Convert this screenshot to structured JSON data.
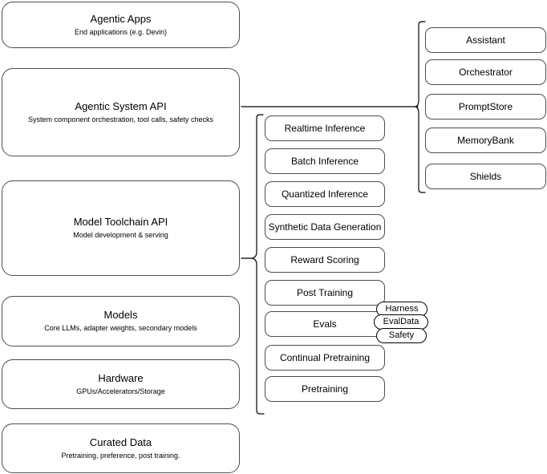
{
  "diagram": {
    "title": "LLM Stack Layers Diagram",
    "colors": {
      "box_border": "#4d4d4d",
      "pill_border": "#000000",
      "connector": "#000000",
      "background": "#ffffff"
    },
    "layers": [
      {
        "id": "agentic-apps",
        "title": "Agentic Apps",
        "subtitle": "End applications (e.g. Devin)"
      },
      {
        "id": "agentic-system-api",
        "title": "Agentic System API",
        "subtitle": "System component orchestration, tool calls, safety checks"
      },
      {
        "id": "model-toolchain-api",
        "title": "Model Toolchain API",
        "subtitle": "Model development & serving"
      },
      {
        "id": "models",
        "title": "Models",
        "subtitle": "Core LLMs, adapter weights, secondary models"
      },
      {
        "id": "hardware",
        "title": "Hardware",
        "subtitle": "GPUs/Accelerators/Storage"
      },
      {
        "id": "curated-data",
        "title": "Curated Data",
        "subtitle": "Pretraining, preference, post training."
      }
    ],
    "toolchain_capabilities": [
      {
        "id": "realtime-inference",
        "label": "Realtime Inference"
      },
      {
        "id": "batch-inference",
        "label": "Batch Inference"
      },
      {
        "id": "quantized-inference",
        "label": "Quantized Inference"
      },
      {
        "id": "synthetic-data-generation",
        "label": "Synthetic Data Generation"
      },
      {
        "id": "reward-scoring",
        "label": "Reward Scoring"
      },
      {
        "id": "post-training",
        "label": "Post Training"
      },
      {
        "id": "evals",
        "label": "Evals"
      },
      {
        "id": "continual-pretraining",
        "label": "Continual Pretraining"
      },
      {
        "id": "pretraining",
        "label": "Pretraining"
      }
    ],
    "evals_subcomponents": [
      {
        "id": "harness",
        "label": "Harness"
      },
      {
        "id": "evaldata",
        "label": "EvalData"
      },
      {
        "id": "safety",
        "label": "Safety"
      }
    ],
    "system_components": [
      {
        "id": "assistant",
        "label": "Assistant"
      },
      {
        "id": "orchestrator",
        "label": "Orchestrator"
      },
      {
        "id": "promptstore",
        "label": "PromptStore"
      },
      {
        "id": "memorybank",
        "label": "MemoryBank"
      },
      {
        "id": "shields",
        "label": "Shields"
      }
    ]
  }
}
